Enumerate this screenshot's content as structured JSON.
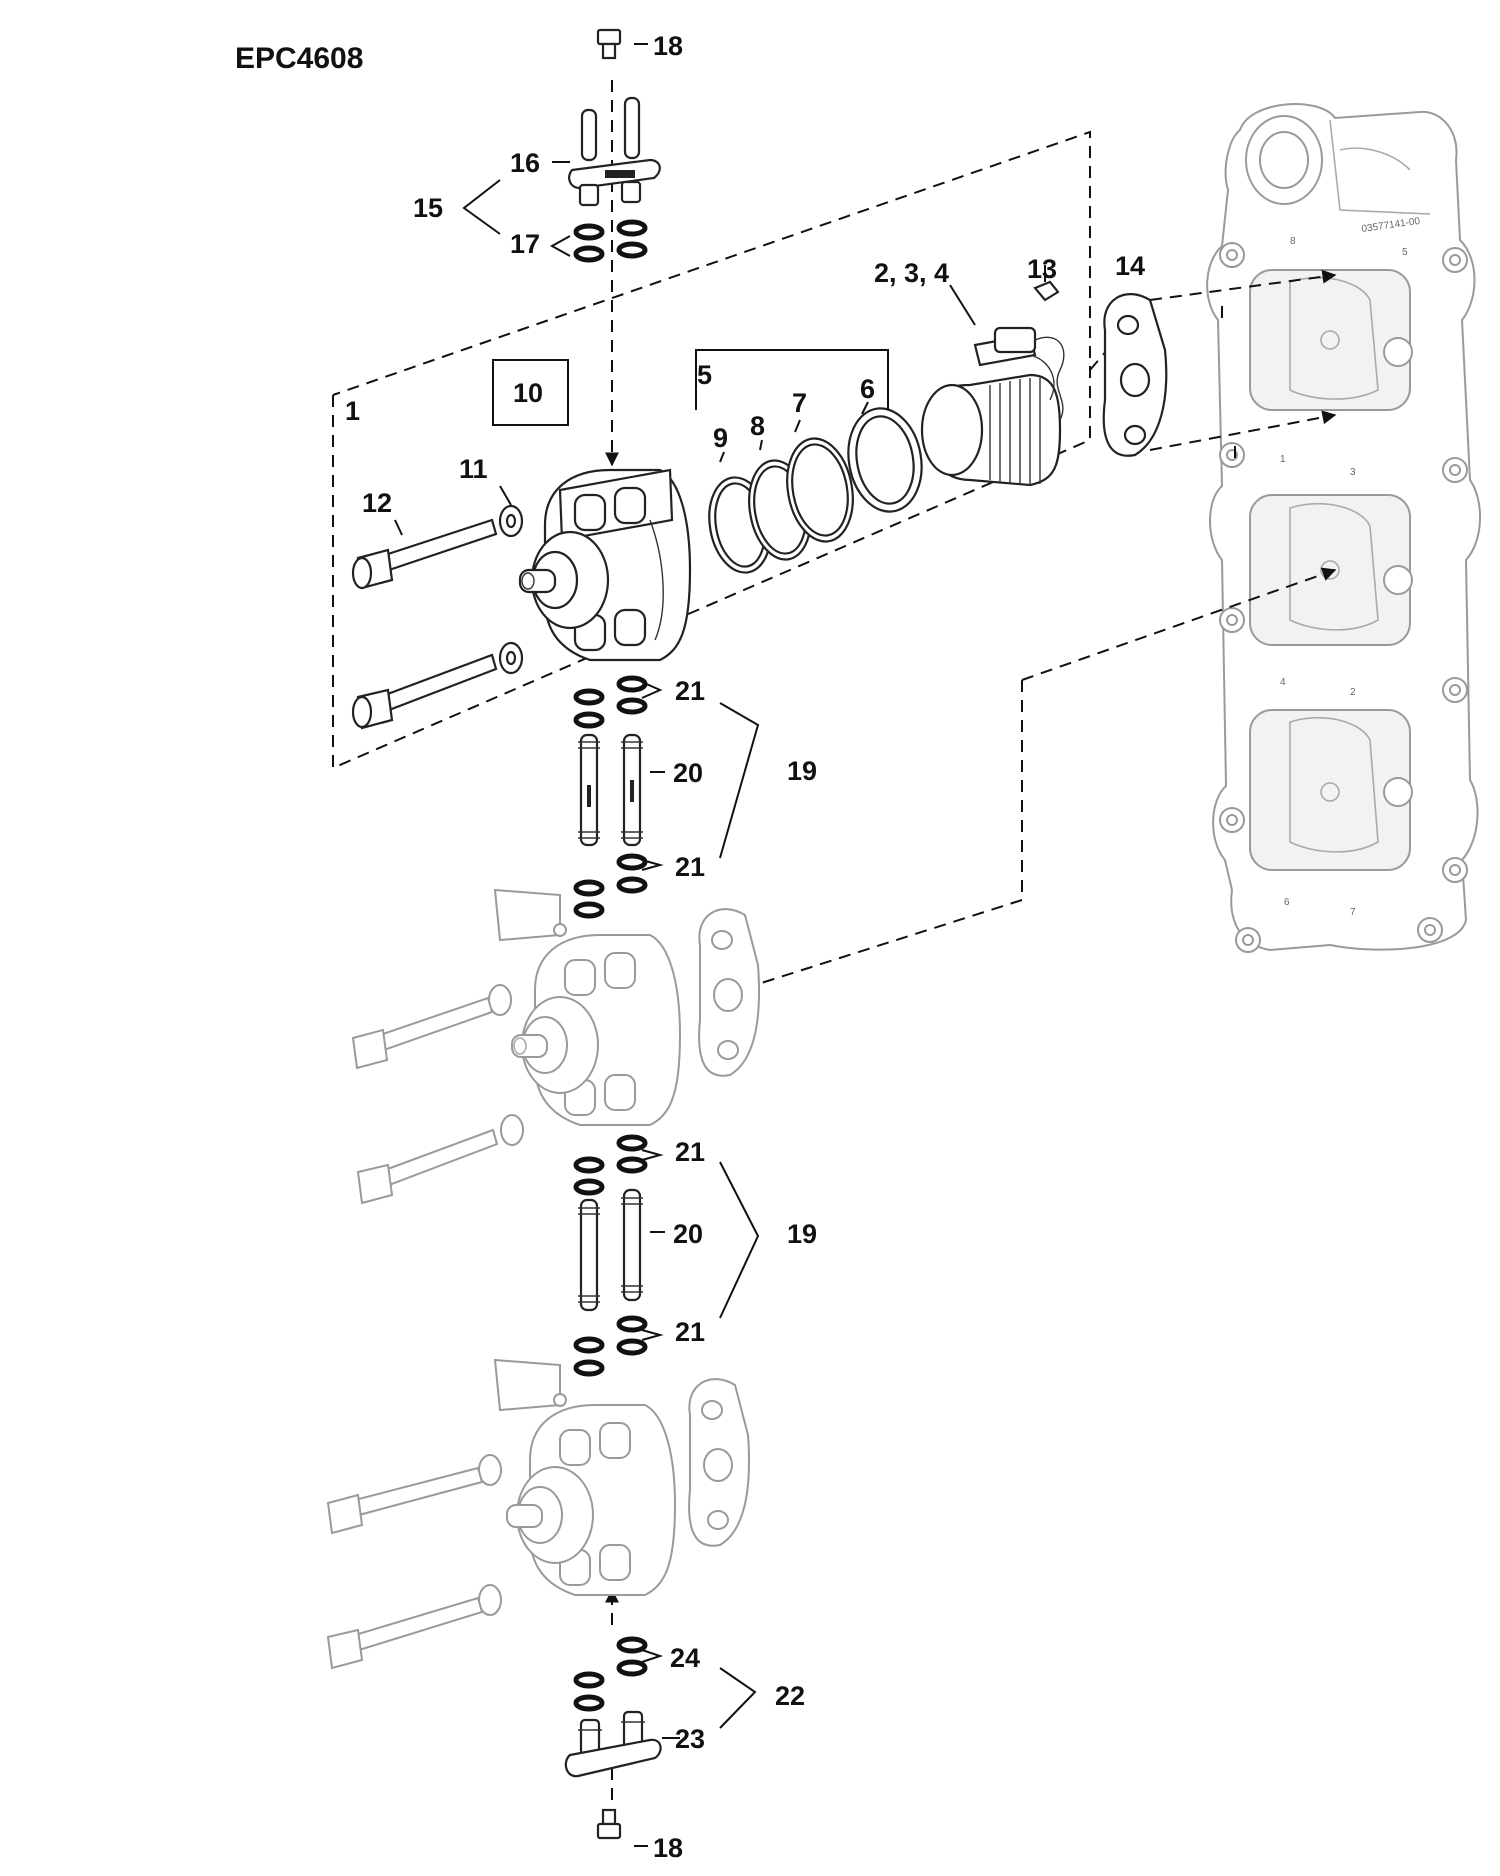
{
  "diagram_id": "EPC4608",
  "block_number": "03577141-00",
  "casting_numbers": [
    "8",
    "5",
    "1",
    "3",
    "4",
    "2",
    "6",
    "7"
  ],
  "callouts": {
    "c1": "1",
    "c234": "2, 3, 4",
    "c5": "5",
    "c6": "6",
    "c7": "7",
    "c8": "8",
    "c9": "9",
    "c10": "10",
    "c11": "11",
    "c12": "12",
    "c13": "13",
    "c14": "14",
    "c15": "15",
    "c16": "16",
    "c17": "17",
    "c18": "18",
    "c19": "19",
    "c20": "20",
    "c21": "21",
    "c22": "22",
    "c23": "23",
    "c24": "24"
  }
}
